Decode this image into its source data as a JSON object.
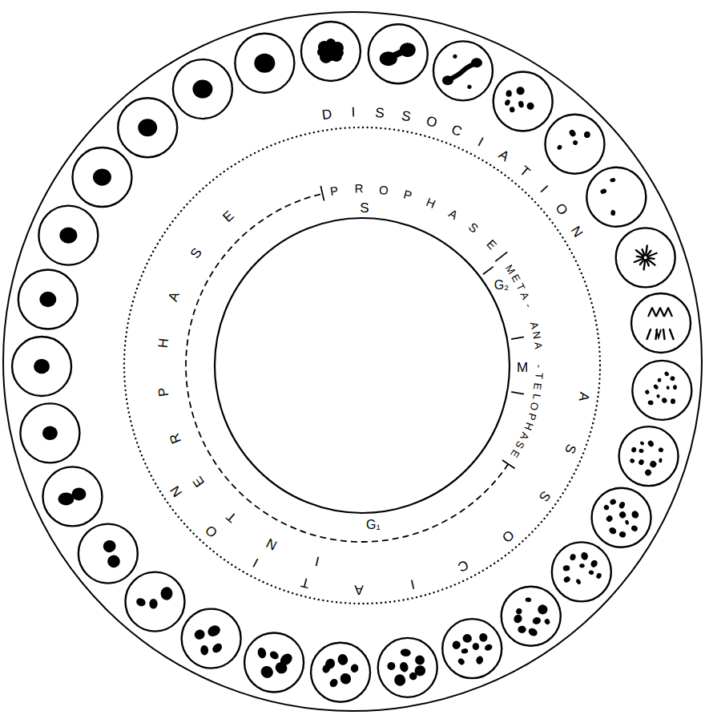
{
  "diagram": {
    "labels": [
      "DISSOCIATION",
      "PROPHASE",
      "META- ANA -TELOPHASE",
      "ASSOCIATION",
      "INTERPHASE",
      "S",
      "G₂",
      "M",
      "G₁"
    ]
  }
}
